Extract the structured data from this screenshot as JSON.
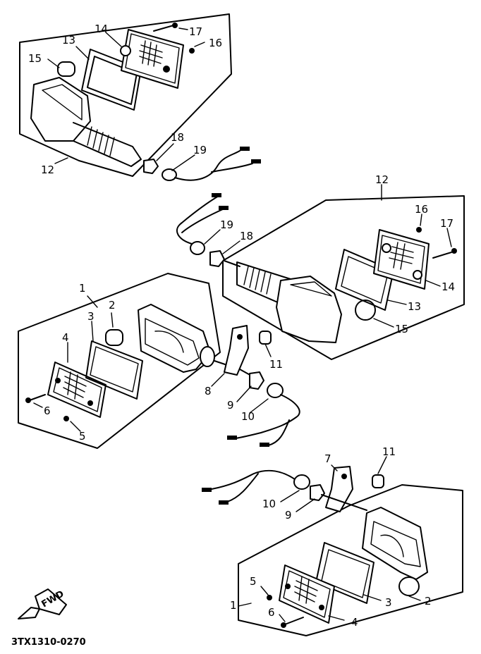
{
  "diagram_code": "3TX1310-0270",
  "fwd_label": "FWD",
  "parts": {
    "p1": "1",
    "p2": "2",
    "p3": "3",
    "p4": "4",
    "p5": "5",
    "p6": "6",
    "p7": "7",
    "p8": "8",
    "p9": "9",
    "p10": "10",
    "p11": "11",
    "p12": "12",
    "p13": "13",
    "p14": "14",
    "p15": "15",
    "p16": "16",
    "p17": "17",
    "p18": "18",
    "p19": "19"
  }
}
